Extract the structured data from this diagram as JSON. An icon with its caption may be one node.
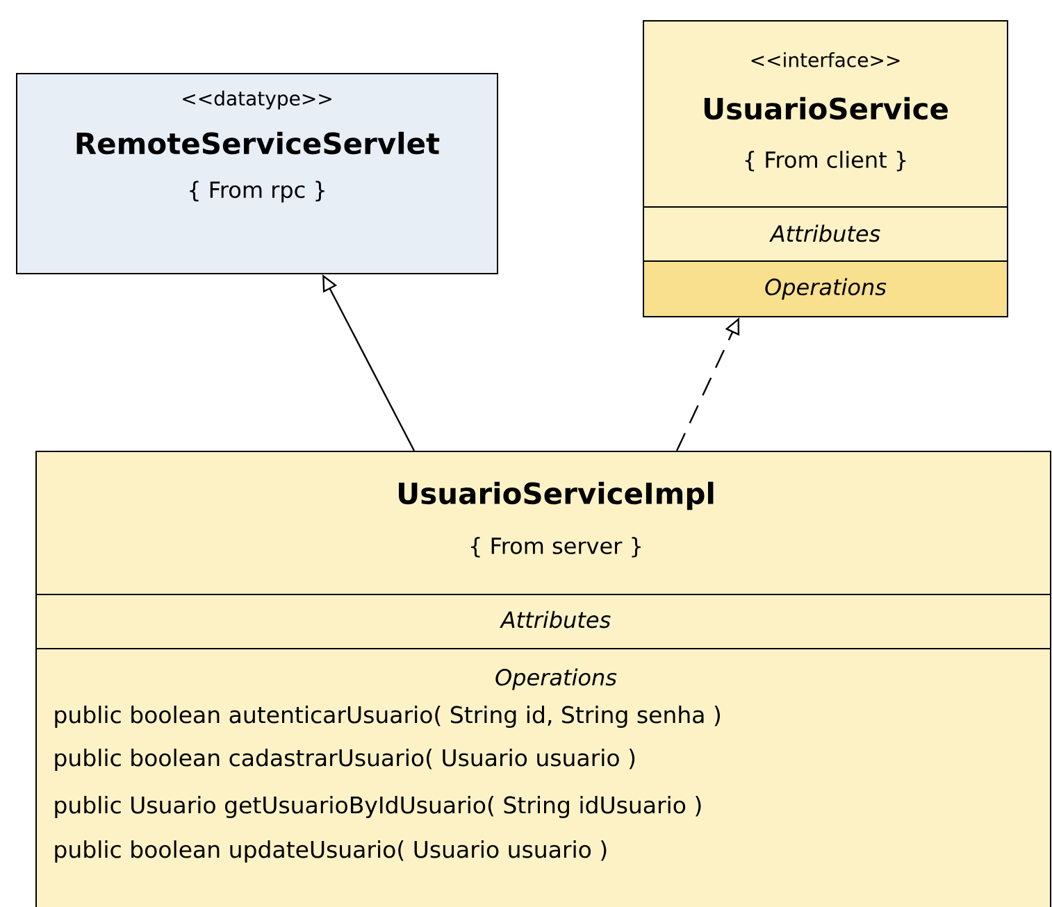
{
  "diagram": {
    "nodes": [
      {
        "text": [
          "<<datatype>>",
          "RemoteServiceServlet",
          "{ From rpc }"
        ]
      },
      {
        "text": [
          "<<interface>>",
          "UsuarioService",
          "{ From client }",
          "Attributes",
          "Operations"
        ]
      },
      {
        "text": [
          "UsuarioServiceImpl",
          "{ From server }",
          "Attributes",
          "Operations",
          "public boolean autenticarUsuario( String id, String senha )",
          "public boolean cadastrarUsuario( Usuario usuario )",
          "public Usuario getUsuarioByIdUsuario( String idUsuario )",
          "public boolean updateUsuario( Usuario usuario )"
        ]
      }
    ],
    "edges": [
      {
        "from": 2,
        "to": 0,
        "arrow": "to"
      },
      {
        "from": 2,
        "to": 1,
        "arrow": "to",
        "style": "dashed"
      }
    ]
  }
}
